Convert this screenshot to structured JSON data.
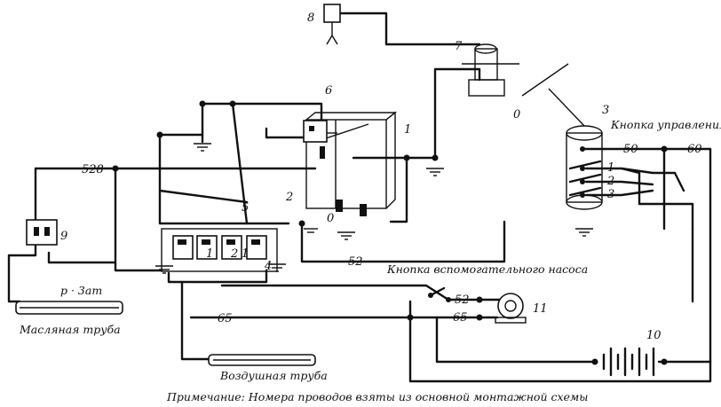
{
  "components": {
    "c1": "1",
    "c2": "2",
    "c3": "3",
    "c4": "4",
    "c5": "5",
    "c6": "6",
    "c7": "7",
    "c8": "8",
    "c9": "9",
    "c10": "10",
    "c11": "11",
    "c0": "0"
  },
  "wires": {
    "w528": "528",
    "w52_mid": "52",
    "w52_pump": "52",
    "w65": "65",
    "w65_left": "65",
    "w50": "50",
    "w60": "60"
  },
  "switch_positions": {
    "p1": "1",
    "p2": "2",
    "p3": "3",
    "p0": "0"
  },
  "relay_terminals": {
    "r1": "1",
    "r2": "2",
    "r3": "1"
  },
  "labels": {
    "control_button": "Кнопка управления",
    "pump_button": "Кнопка вспомогательного насоса",
    "pressure": "р · 3ат",
    "oil_pipe": "Масляная труба",
    "air_pipe": "Воздушная труба",
    "note": "Примечание: Номера проводов взяты из основной монтажной схемы"
  }
}
